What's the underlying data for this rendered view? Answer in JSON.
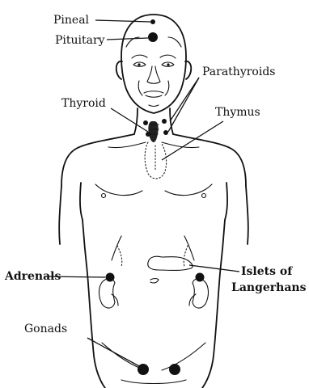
{
  "labels": {
    "pineal": "Pineal",
    "pituitary": "Pituitary",
    "parathyroids": "Parathyroids",
    "thyroid": "Thyroid",
    "thymus": "Thymus",
    "adrenals": "Adrenals",
    "islets_line1": "Islets of",
    "islets_line2": "Langerhans",
    "gonads": "Gonads"
  },
  "colors": {
    "ink": "#111111",
    "background": "#ffffff"
  }
}
